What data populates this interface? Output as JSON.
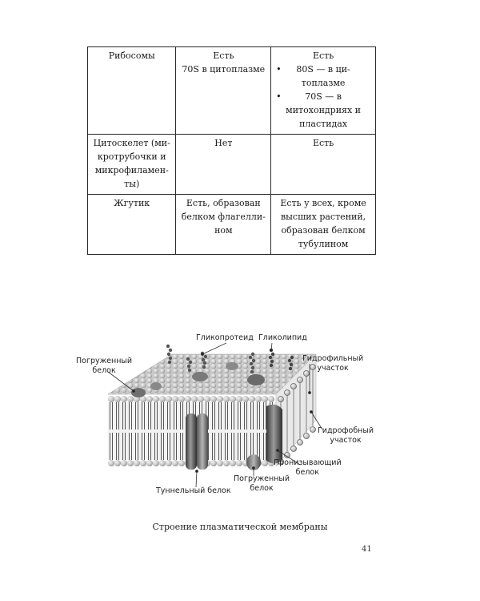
{
  "table": {
    "rows": [
      {
        "c1": [
          "Рибосомы"
        ],
        "c2": [
          "Есть",
          "70S в цитоплазме"
        ],
        "c3_head": "Есть",
        "c3_bullets": [
          [
            "80S — в ци-",
            "топлазме"
          ],
          [
            "70S — в",
            "митохондриях и",
            "пластидах"
          ]
        ]
      },
      {
        "c1": [
          "Цитоскелет (ми-",
          "кротрубочки и",
          "микрофиламен-",
          "ты)"
        ],
        "c2": [
          "Нет"
        ],
        "c3": [
          "Есть"
        ]
      },
      {
        "c1": [
          "Жгутик"
        ],
        "c2": [
          "Есть, образован",
          "белком флагелли-",
          "ном"
        ],
        "c3": [
          "Есть у всех, кроме",
          "высших растений,",
          "образован белком",
          "тубулином"
        ]
      }
    ]
  },
  "figure": {
    "labels": {
      "glycoprotein": "Гликопротеид",
      "glycolipid": "Гликолипид",
      "immersed_protein_top": [
        "Погруженный",
        "белок"
      ],
      "hydrophilic": [
        "Гидрофильный",
        "участок"
      ],
      "hydrophobic": [
        "Гидрофобный",
        "участок"
      ],
      "penetrating": [
        "Пронизывающий",
        "белок"
      ],
      "immersed_protein_bottom": [
        "Погруженный",
        "белок"
      ],
      "tunnel_protein": "Туннельный белок"
    }
  },
  "caption": "Строение плазматической мембраны",
  "page_number": "41"
}
